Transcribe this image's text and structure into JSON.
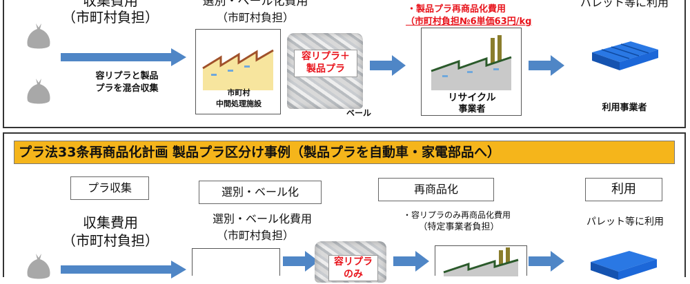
{
  "top": {
    "collect_title_partial": "収集費用",
    "collect_burden": "（市町村負担）",
    "sort_title_partial": "選別・ベール化費用",
    "sort_burden": "（市町村負担）",
    "recycle_cost_line1": "・製品プラ再商品化費用",
    "recycle_cost_line2": "（市町村負担№6単価63円/kg",
    "use_title": "パレット等に利用",
    "mixed_collect_line1": "容リプラと製品",
    "mixed_collect_line2": "プラを混合収集",
    "facility_line1": "市町村",
    "facility_line2": "中間処理施設",
    "bale_label_line1": "容リプラ＋",
    "bale_label_line2": "製品プラ",
    "bale_caption": "ベール",
    "recycler_line1": "リサイクル",
    "recycler_line2": "事業者",
    "user_caption": "利用事業者"
  },
  "banner": {
    "text": "プラ法33条再商品化計画 製品プラ区分け事例（製品プラを自動車・家電部品へ）"
  },
  "bottom": {
    "steps": [
      "プラ収集",
      "選別・ベール化",
      "再商品化",
      "利用"
    ],
    "collect_cost": "収集費用",
    "collect_burden": "（市町村負担）",
    "sort_cost": "選別・ベール化費用",
    "sort_burden": "（市町村負担）",
    "recycle_cost_line1": "・容リプラのみ再商品化費用",
    "recycle_cost_line2": "（特定事業者負担）",
    "use_title": "パレット等に利用",
    "bale_label_line1": "容リプラ",
    "bale_label_line2": "のみ"
  },
  "colors": {
    "arrow": "#4f86c6",
    "banner": "#f5b51b",
    "red_text": "#e8131b",
    "factory_wall": "#f7e59e",
    "pallet": "#1c67d8",
    "bag": "#a8a8a8"
  }
}
